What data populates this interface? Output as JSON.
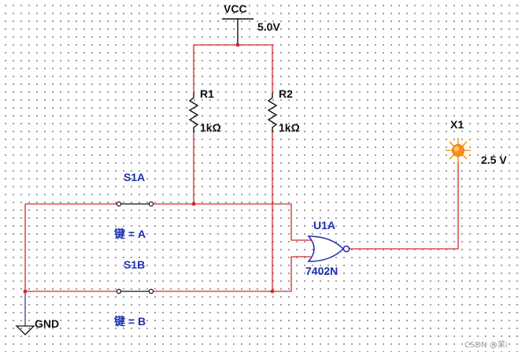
{
  "colors": {
    "wire": "#d42a2a",
    "ground_wire": "#3a3a9a",
    "component": "#111111",
    "blue_label": "#1b2fb0",
    "gate": "#1b2fb0",
    "lamp": "#ff9b1a"
  },
  "components": {
    "vcc": {
      "name": "VCC",
      "value": "5.0V"
    },
    "r1": {
      "name": "R1",
      "value": "1kΩ"
    },
    "r2": {
      "name": "R2",
      "value": "1kΩ"
    },
    "s1a": {
      "name": "S1A",
      "key": "键 = A"
    },
    "s1b": {
      "name": "S1B",
      "key": "键 = B"
    },
    "u1a": {
      "name": "U1A",
      "part": "7402N"
    },
    "x1": {
      "name": "X1",
      "value": "2.5 V",
      "icon": "lamp-icon"
    },
    "gnd": {
      "name": "GND",
      "icon": "ground-icon"
    }
  },
  "watermark": "CSDN @菜i"
}
